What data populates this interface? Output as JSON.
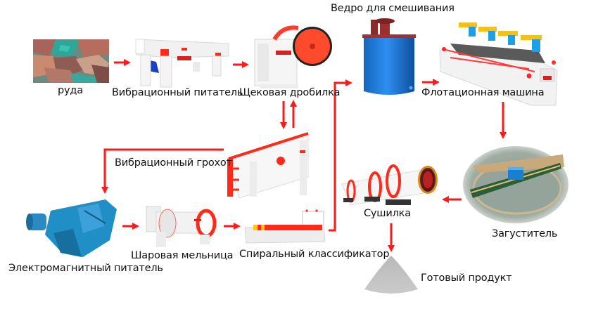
{
  "diagram": {
    "type": "process-flow",
    "title": "",
    "colors": {
      "arrow": "#ff1a1a",
      "machine_red": "#ff3b2a",
      "machine_blue": "#1f7fd6",
      "machine_teal_blue": "#2a86c2",
      "product_gray": "#c2c2c2"
    },
    "nodes": [
      {
        "id": "ore",
        "label": "руда",
        "icon": "ore-image"
      },
      {
        "id": "vibrating_feeder",
        "label": "Вибрационный питатель",
        "icon": "vibrating-feeder-icon"
      },
      {
        "id": "jaw_crusher",
        "label": "Щековая дробилка",
        "icon": "jaw-crusher-icon"
      },
      {
        "id": "mixing_tank",
        "label": "Ведро для смешивания",
        "icon": "mixing-tank-icon"
      },
      {
        "id": "flotation_machine",
        "label": "Флотационная машина",
        "icon": "flotation-machine-icon"
      },
      {
        "id": "vibrating_screen",
        "label": "Вибрационный грохот",
        "icon": "vibrating-screen-icon"
      },
      {
        "id": "em_feeder",
        "label": "Электромагнитный питатель",
        "icon": "electromagnetic-feeder-icon"
      },
      {
        "id": "ball_mill",
        "label": "Шаровая мельница",
        "icon": "ball-mill-icon"
      },
      {
        "id": "spiral_classifier",
        "label": "Спиральный классификатор",
        "icon": "spiral-classifier-icon"
      },
      {
        "id": "thickener",
        "label": "Загуститель",
        "icon": "thickener-image"
      },
      {
        "id": "dryer",
        "label": "Сушилка",
        "icon": "rotary-dryer-icon"
      },
      {
        "id": "final_product",
        "label": "Готовый продукт",
        "icon": "product-pile-icon"
      }
    ],
    "edges": [
      {
        "from": "ore",
        "to": "vibrating_feeder"
      },
      {
        "from": "vibrating_feeder",
        "to": "jaw_crusher"
      },
      {
        "from": "jaw_crusher",
        "to": "vibrating_screen"
      },
      {
        "from": "vibrating_screen",
        "to": "jaw_crusher"
      },
      {
        "from": "vibrating_screen",
        "to": "em_feeder"
      },
      {
        "from": "em_feeder",
        "to": "ball_mill"
      },
      {
        "from": "ball_mill",
        "to": "spiral_classifier"
      },
      {
        "from": "spiral_classifier",
        "to": "mixing_tank"
      },
      {
        "from": "mixing_tank",
        "to": "flotation_machine"
      },
      {
        "from": "flotation_machine",
        "to": "thickener"
      },
      {
        "from": "thickener",
        "to": "dryer"
      },
      {
        "from": "dryer",
        "to": "final_product"
      }
    ]
  }
}
